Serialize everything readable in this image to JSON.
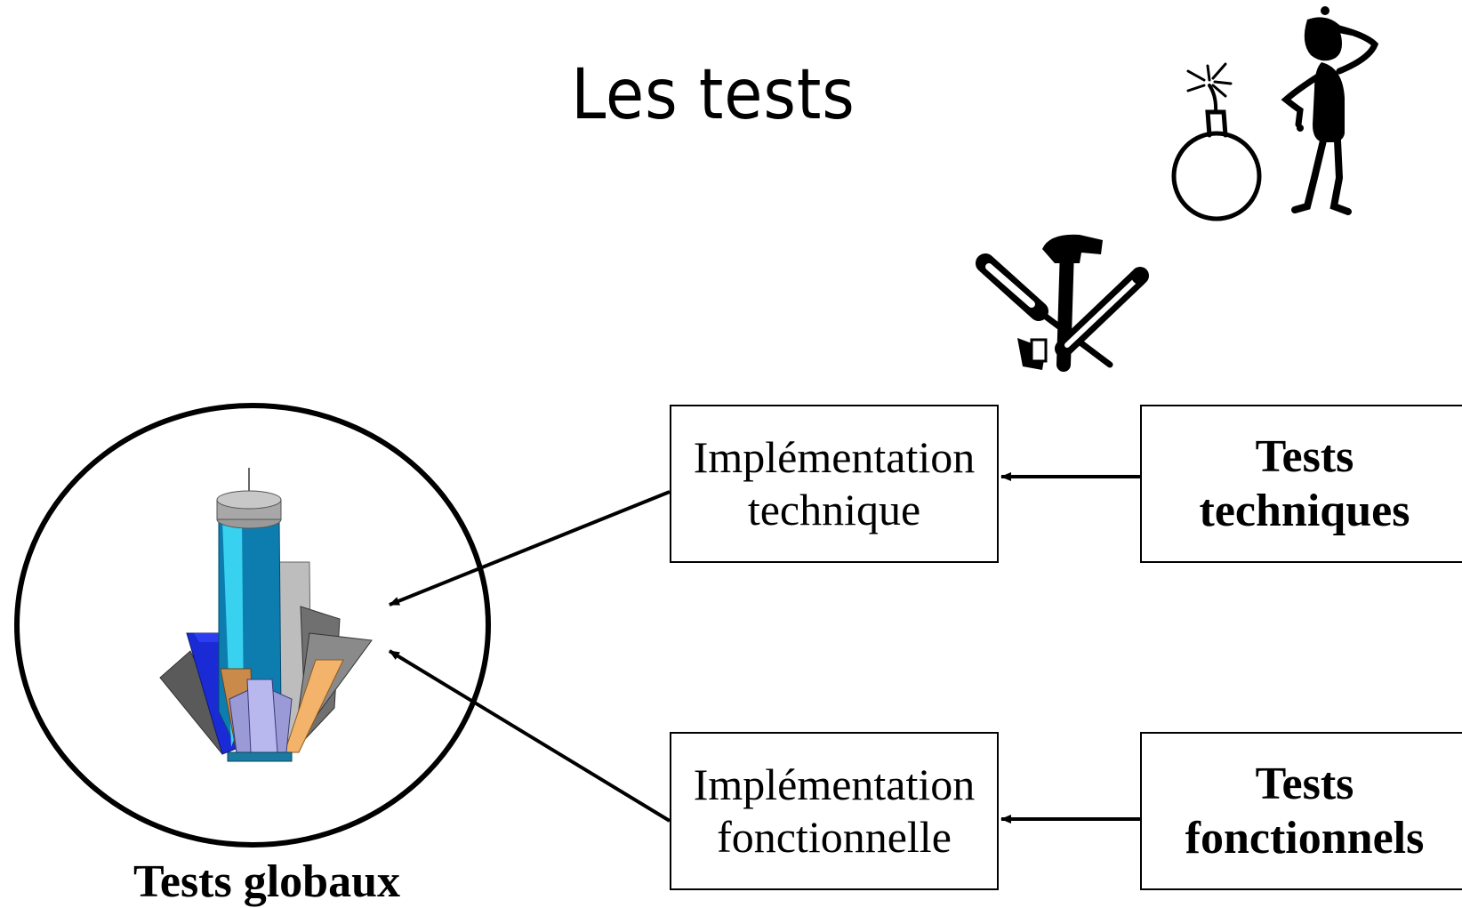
{
  "title": "Les tests",
  "nodes": {
    "impl_tech": {
      "line1": "Implémentation",
      "line2": "technique"
    },
    "impl_fonc": {
      "line1": "Implémentation",
      "line2": "fonctionnelle"
    },
    "tests_tech": {
      "line1": "Tests",
      "line2": "techniques"
    },
    "tests_fonc": {
      "line1": "Tests",
      "line2": "fonctionnels"
    },
    "global_caption": "Tests globaux"
  },
  "edges": [
    {
      "from": "tests_tech",
      "to": "impl_tech"
    },
    {
      "from": "tests_fonc",
      "to": "impl_fonc"
    },
    {
      "from": "impl_tech",
      "to": "global"
    },
    {
      "from": "impl_fonc",
      "to": "global"
    }
  ],
  "icons": [
    "bomb-icon",
    "confused-person-icon",
    "tools-icon",
    "buildings-icon"
  ]
}
